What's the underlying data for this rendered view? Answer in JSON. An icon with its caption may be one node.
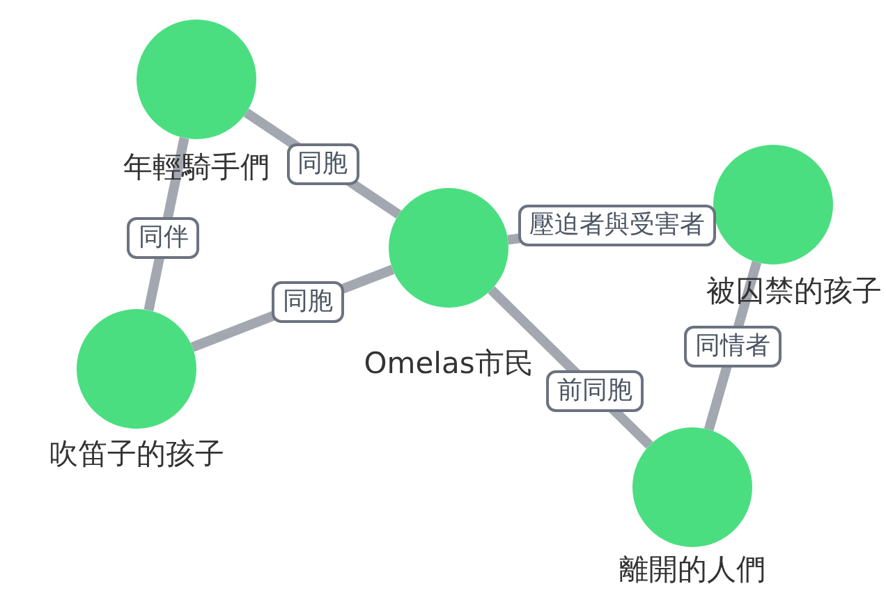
{
  "diagram": {
    "nodes": [
      {
        "text": [
          "年輕騎手們"
        ]
      },
      {
        "text": [
          "Omelas市民"
        ]
      },
      {
        "text": [
          "被囚禁的孩子"
        ]
      },
      {
        "text": [
          "吹笛子的孩子"
        ]
      },
      {
        "text": [
          "離開的人們"
        ]
      }
    ],
    "edges": [
      {
        "from": 0,
        "to": 1,
        "arrow": "none",
        "label": "同胞"
      },
      {
        "from": 0,
        "to": 3,
        "arrow": "none",
        "label": "同伴"
      },
      {
        "from": 3,
        "to": 1,
        "arrow": "none",
        "label": "同胞"
      },
      {
        "from": 1,
        "to": 2,
        "arrow": "none",
        "label": "壓迫者與受害者"
      },
      {
        "from": 1,
        "to": 4,
        "arrow": "none",
        "label": "前同胞"
      },
      {
        "from": 2,
        "to": 4,
        "arrow": "none",
        "label": "同情者"
      }
    ]
  }
}
